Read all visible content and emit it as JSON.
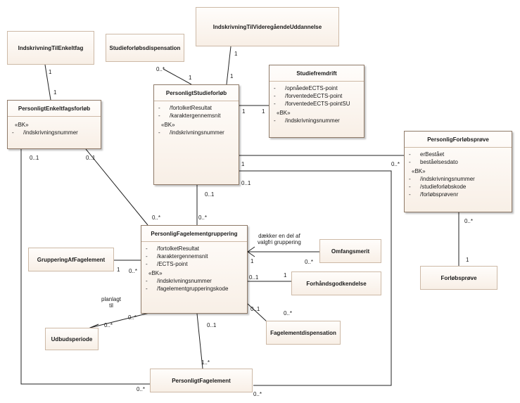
{
  "classes": {
    "indskrivning_til_enkeltfag": {
      "name": "IndskrivningTilEnkeltfag"
    },
    "personligt_enkeltfagsforloeb": {
      "name": "PersonligtEnkeltfagsforløb",
      "stereotype": "«BK»",
      "attributes": [
        {
          "visibility": "-",
          "name": "/indskrivningsnummer"
        }
      ]
    },
    "studieforloebsdispensation": {
      "name": "Studieforløbsdispensation"
    },
    "indskrivning_til_videregaaende": {
      "name": "IndskrivningTilVideregåendeUddannelse"
    },
    "personligt_studieforloeb": {
      "name": "PersonligtStudieforløb",
      "attributes": [
        {
          "visibility": "-",
          "name": "/fortolketResultat"
        },
        {
          "visibility": "-",
          "name": "/karaktergennemsnit"
        }
      ],
      "stereotype": "«BK»",
      "bk_attributes": [
        {
          "visibility": "-",
          "name": "/indskrivningsnummer"
        }
      ]
    },
    "studiefremdrift": {
      "name": "Studiefremdrift",
      "attributes": [
        {
          "visibility": "-",
          "name": "/opnåedeECTS-point"
        },
        {
          "visibility": "-",
          "name": "/forventedeECTS-point"
        },
        {
          "visibility": "-",
          "name": "/forventedeECTS-pointSU"
        }
      ],
      "stereotype": "«BK»",
      "bk_attributes": [
        {
          "visibility": "-",
          "name": "/indskrivningsnummer"
        }
      ]
    },
    "personlig_forloebsproeve": {
      "name": "PersonligForløbsprøve",
      "attributes": [
        {
          "visibility": "-",
          "name": "erBestået"
        },
        {
          "visibility": "-",
          "name": "beståelsesdato"
        }
      ],
      "stereotype": "«BK»",
      "bk_attributes": [
        {
          "visibility": "-",
          "name": "/indskrivningsnummer"
        },
        {
          "visibility": "-",
          "name": "/studieforløbskode"
        },
        {
          "visibility": "-",
          "name": "/forløbsprøvenr"
        }
      ]
    },
    "forloebsproeve": {
      "name": "Forløbsprøve"
    },
    "gruppering_af_fagelement": {
      "name": "GrupperingAfFagelement"
    },
    "personlig_fagelementgruppering": {
      "name": "PersonligFagelementgruppering",
      "attributes": [
        {
          "visibility": "-",
          "name": "/fortolketResultat"
        },
        {
          "visibility": "-",
          "name": "/karaktergennemsnit"
        },
        {
          "visibility": "-",
          "name": "/ECTS-point"
        }
      ],
      "stereotype": "«BK»",
      "bk_attributes": [
        {
          "visibility": "-",
          "name": "/indskrivningsnummer"
        },
        {
          "visibility": "-",
          "name": "/fagelementgrupperingskode"
        }
      ]
    },
    "omfangsmerit": {
      "name": "Omfangsmerit"
    },
    "forhaandsgodkendelse": {
      "name": "Forhåndsgodkendelse"
    },
    "udbudsperiode": {
      "name": "Udbudsperiode"
    },
    "fagelementdispensation": {
      "name": "Fagelementdispensation"
    },
    "personligt_fagelement": {
      "name": "PersonligtFagelement"
    }
  },
  "multiplicities": {
    "enkeltfag_top": "1",
    "enkeltfag_bottom": "1",
    "disp_0star": "0..*",
    "disp_1": "1",
    "videre_top": "1",
    "videre_bottom": "1",
    "fremdrift_left": "1",
    "fremdrift_right": "1",
    "ps_to_pfp": "1",
    "pfp_from_ps": "0..*",
    "ps_to_pf_bottom": "0..1",
    "pfp_to_fp": "0..*",
    "fp_to_pfp": "1",
    "pef_left": "0..1",
    "pef_right": "0..1",
    "pfg_from_pef": "0..*",
    "ps_to_pfg": "0..1",
    "pfg_from_ps": "0..*",
    "gaf_1": "1",
    "gaf_0star": "0..*",
    "omf_1": "1",
    "omf_0star": "0..*",
    "fhg_pfg": "0..1",
    "fhg_1": "1",
    "udb_pfg": "0..*",
    "udb_0star": "0..*",
    "fed_pfg": "0..1",
    "fed_0star": "0..*",
    "pfg_to_pfe": "0..1",
    "pfe_from_pfg": "1..*",
    "pfe_left": "0..*",
    "pfe_right": "0..*"
  },
  "association_labels": {
    "omfangsmerit_line1": "dækker en del af",
    "omfangsmerit_line2": "valgfri gruppering",
    "udbud_line1": "planlagt",
    "udbud_line2": "til"
  }
}
